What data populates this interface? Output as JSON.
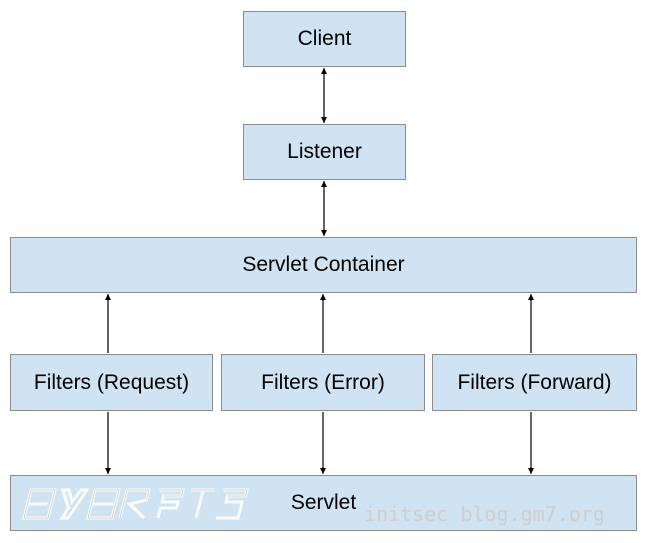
{
  "diagram": {
    "nodes": {
      "client": "Client",
      "listener": "Listener",
      "servlet_container": "Servlet Container",
      "filters_request": "Filters (Request)",
      "filters_error": "Filters (Error)",
      "filters_forward": "Filters (Forward)",
      "servlet": "Servlet"
    },
    "edges": [
      {
        "from": "client",
        "to": "listener",
        "direction": "both"
      },
      {
        "from": "listener",
        "to": "servlet_container",
        "direction": "both"
      },
      {
        "from": "filters_request",
        "to": "servlet_container",
        "direction": "forward"
      },
      {
        "from": "filters_error",
        "to": "servlet_container",
        "direction": "forward"
      },
      {
        "from": "filters_forward",
        "to": "servlet_container",
        "direction": "forward"
      },
      {
        "from": "filters_request",
        "to": "servlet",
        "direction": "forward"
      },
      {
        "from": "filters_error",
        "to": "servlet",
        "direction": "forward"
      },
      {
        "from": "filters_forward",
        "to": "servlet",
        "direction": "forward"
      }
    ],
    "watermark": {
      "text": "initsec blog.gm7.org",
      "logo": "cybersec-logo"
    },
    "colors": {
      "box_fill": "#cfe3f2",
      "box_border": "#8c8c8c",
      "arrow": "#000000",
      "watermark": "#cfcfcf"
    }
  }
}
